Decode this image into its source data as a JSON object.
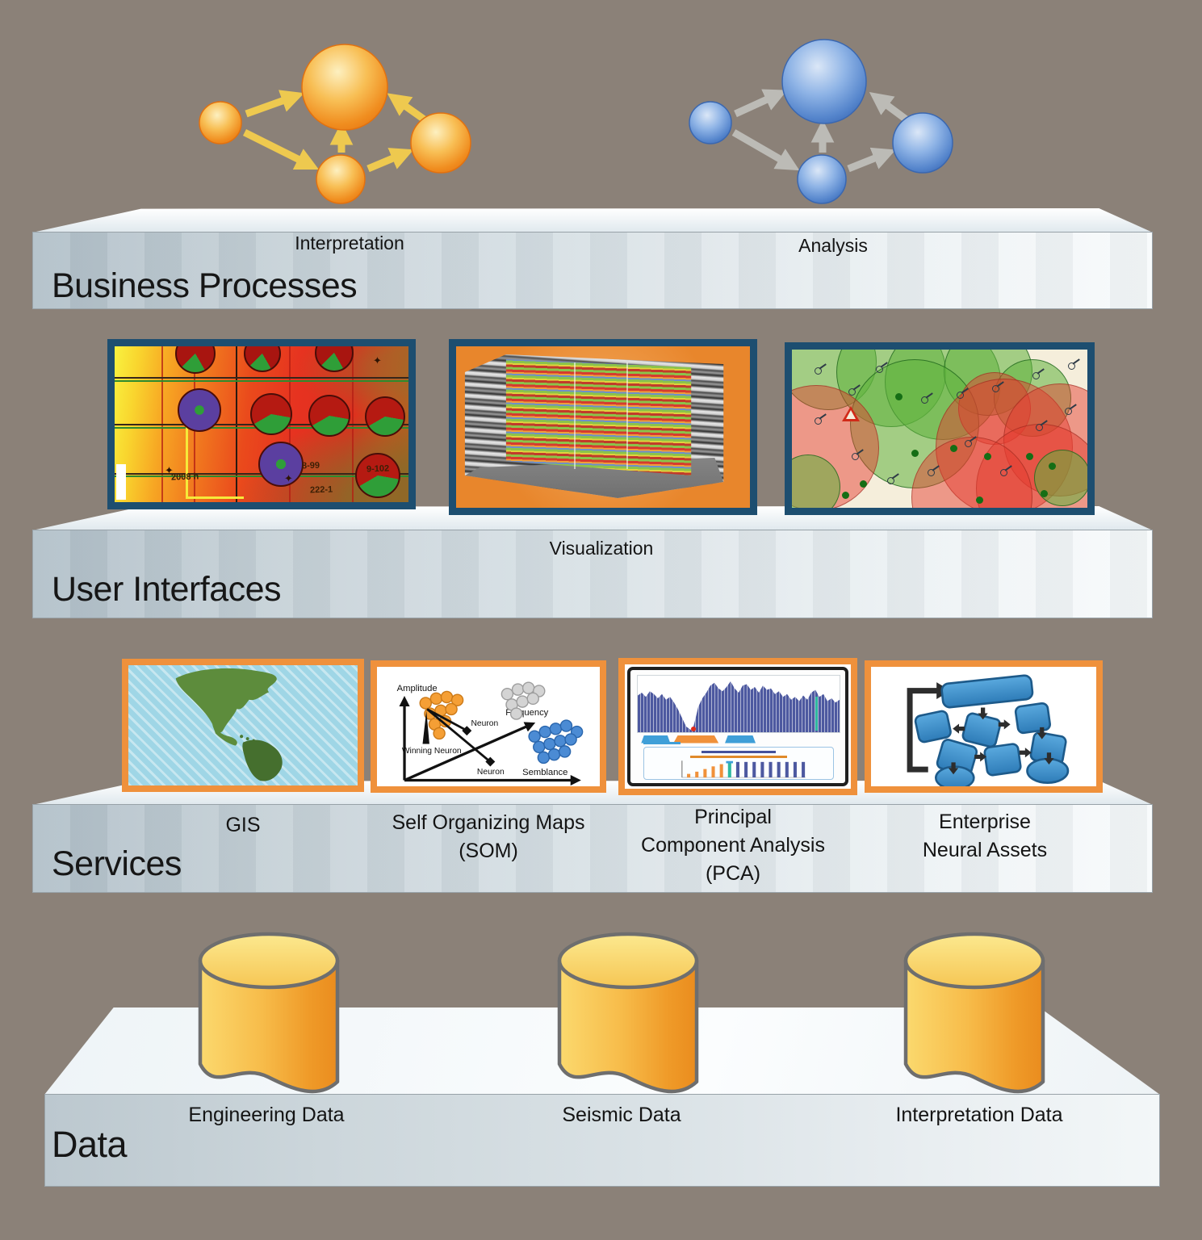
{
  "colors": {
    "background": "#8b8178",
    "slab_light": "#f2f6f8",
    "slab_dark": "#b2c0c9",
    "navy_frame": "#1d4e70",
    "orange_frame": "#ef913c",
    "orange_node": "#f08d1f",
    "yellow_arrow": "#eec94f",
    "blue_node": "#5585cc",
    "gray_arrow": "#bcbbb6",
    "cylinder_orange": "#f0a12f"
  },
  "networks": {
    "interpretation": {
      "label": "Interpretation"
    },
    "analysis": {
      "label": "Analysis"
    }
  },
  "layers": {
    "business_processes": {
      "title": "Business Processes"
    },
    "user_interfaces": {
      "title": "User Interfaces",
      "visualization_label": "Visualization"
    },
    "services": {
      "title": "Services",
      "gis": {
        "label": "GIS"
      },
      "som": {
        "label_line1": "Self Organizing Maps",
        "label_line2": "(SOM)"
      },
      "pca": {
        "label_line1": "Principal",
        "label_line2": "Component Analysis",
        "label_line3": "(PCA)"
      },
      "ena": {
        "label_line1": "Enterprise",
        "label_line2": "Neural Assets"
      }
    },
    "data": {
      "title": "Data",
      "engineering_label": "Engineering Data",
      "seismic_label": "Seismic Data",
      "interpretation_label": "Interpretation Data"
    }
  },
  "som_diagram": {
    "amplitude_axis": "Amplitude",
    "semblance_axis": "Semblance",
    "frequency_axis": "Frequency",
    "winning_neuron": "Winning Neuron",
    "neuron_upper": "Neuron",
    "neuron_lower": "Neuron"
  },
  "heatmap": {
    "label_2008h": "2008 h",
    "label_899": "8-99",
    "label_2221": "222-1",
    "label_9102": "9-102"
  }
}
